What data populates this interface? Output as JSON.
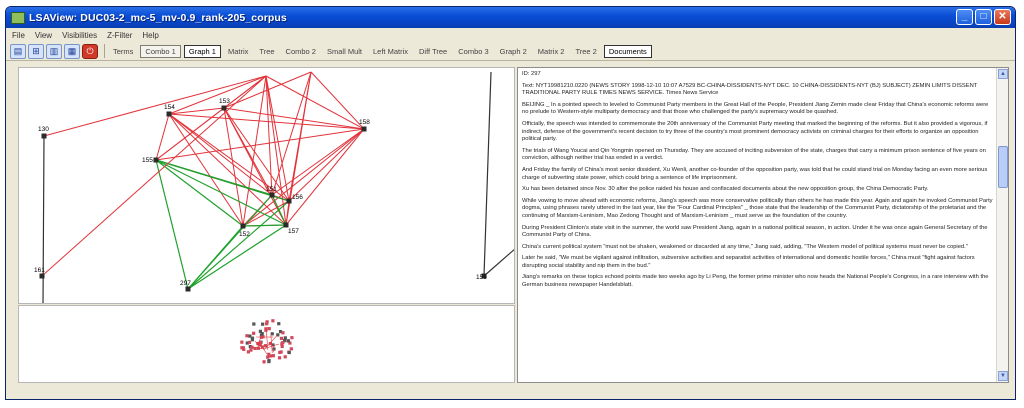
{
  "window": {
    "title": "LSAView: DUC03-2_mc-5_mv-0.9_rank-205_corpus",
    "minimize": "_",
    "maximize": "□",
    "close": "✕"
  },
  "menu": [
    "File",
    "View",
    "Visibilities",
    "Z-Filter",
    "Help"
  ],
  "toolbar": {
    "icons": [
      "open-icon",
      "grid-icon",
      "save-icon",
      "export-icon",
      "power-icon"
    ],
    "tabs": [
      {
        "label": "Terms",
        "style": "plain"
      },
      {
        "label": "Combo 1",
        "style": "boxed"
      },
      {
        "label": "Graph 1",
        "style": "active"
      },
      {
        "label": "Matrix",
        "style": "plain"
      },
      {
        "label": "Tree",
        "style": "plain"
      },
      {
        "label": "Combo 2",
        "style": "plain"
      },
      {
        "label": "Small Mult",
        "style": "plain"
      },
      {
        "label": "Left Matrix",
        "style": "plain"
      },
      {
        "label": "Diff Tree",
        "style": "plain"
      },
      {
        "label": "Combo 3",
        "style": "plain"
      },
      {
        "label": "Graph 2",
        "style": "plain"
      },
      {
        "label": "Matrix 2",
        "style": "plain"
      },
      {
        "label": "Tree 2",
        "style": "plain"
      },
      {
        "label": "Documents",
        "style": "active"
      }
    ]
  },
  "graph": {
    "nodes": [
      {
        "id": "130"
      },
      {
        "id": "154"
      },
      {
        "id": "153"
      },
      {
        "id": "158"
      },
      {
        "id": "155"
      },
      {
        "id": "151"
      },
      {
        "id": "156"
      },
      {
        "id": "152"
      },
      {
        "id": "157"
      },
      {
        "id": "297"
      },
      {
        "id": "161"
      },
      {
        "id": "159"
      }
    ],
    "colors": {
      "red_edge": "#e2333a",
      "green_edge": "#1fa22d",
      "dark_edge": "#333333",
      "node": "#2b2b2b"
    }
  },
  "document": {
    "id_line": "ID: 297",
    "text_line": "Text: NYT19981210.0220 (NEWS STORY 1998-12-10 10:07 A7529 BC-CHINA-DISSIDENTS-NYT DEC. 10 CHINA-DISSIDENTS-NYT (BJ) SUBJECT) ZEMIN LIMITS DISSENT TRADITIONAL PARTY RULE TIMES NEWS SERVICE. Times News Service",
    "paragraphs": [
      "BEIJING _ In a pointed speech to leveled to Communist Party members in the Great Hall of the People, President Jiang Zemin made clear Friday that China's economic reforms were no prelude to Western-style multiparty democracy and that those who challenged the party's supremacy would be quashed.",
      "Officially, the speech was intended to commemorate the 20th anniversary of the Communist Party meeting that marked the beginning of the reforms. But it also provided a vigorous, if indirect, defense of the government's recent decision to try three of the country's most prominent democracy activists on criminal charges for their efforts to organize an opposition political party.",
      "The trials of Wang Youcai and Qin Yongmin opened on Thursday. They are accused of inciting subversion of the state, charges that carry a minimum prison sentence of five years on conviction, although neither trial has ended in a verdict.",
      "And Friday the family of China's most senior dissident, Xu Wenli, another co-founder of the opposition party, was told that he could stand trial on Monday facing an even more serious charge of subverting state power, which could bring a sentence of life imprisonment.",
      "Xu has been detained since Nov. 30 after the police raided his house and confiscated documents about the new opposition group, the China Democratic Party.",
      "While vowing to move ahead with economic reforms, Jiang's speech was more conservative politically than others he has made this year. Again and again he invoked Communist Party dogma, using phrases rarely uttered in the last year, like the \"Four Cardinal Principles\" _ those state that the leadership of the Communist Party, dictatorship of the proletariat and the continuing of Marxism-Leninism, Mao Zedong Thought and of Marxism-Leninism _ must serve as the foundation of the country.",
      "During President Clinton's state visit in the summer, the world saw President Jiang, again in a national political season, in action. Under it he was once again General Secretary of the Communist Party of China.",
      "China's current political system \"must not be shaken, weakened or discarded at any time,\" Jiang said, adding, \"The Western model of political systems must never be copied.\"",
      "Later he said, \"We must be vigilant against infiltration, subversive activities and separatist activities of international and domestic hostile forces,\" China must \"fight against factors disrupting social stability and nip them in the bud.\"",
      "Jiang's remarks on these topics echoed points made two weeks ago by Li Peng, the former prime minister who now heads the National People's Congress, in a rare interview with the German business newspaper Handelsblatt."
    ]
  }
}
